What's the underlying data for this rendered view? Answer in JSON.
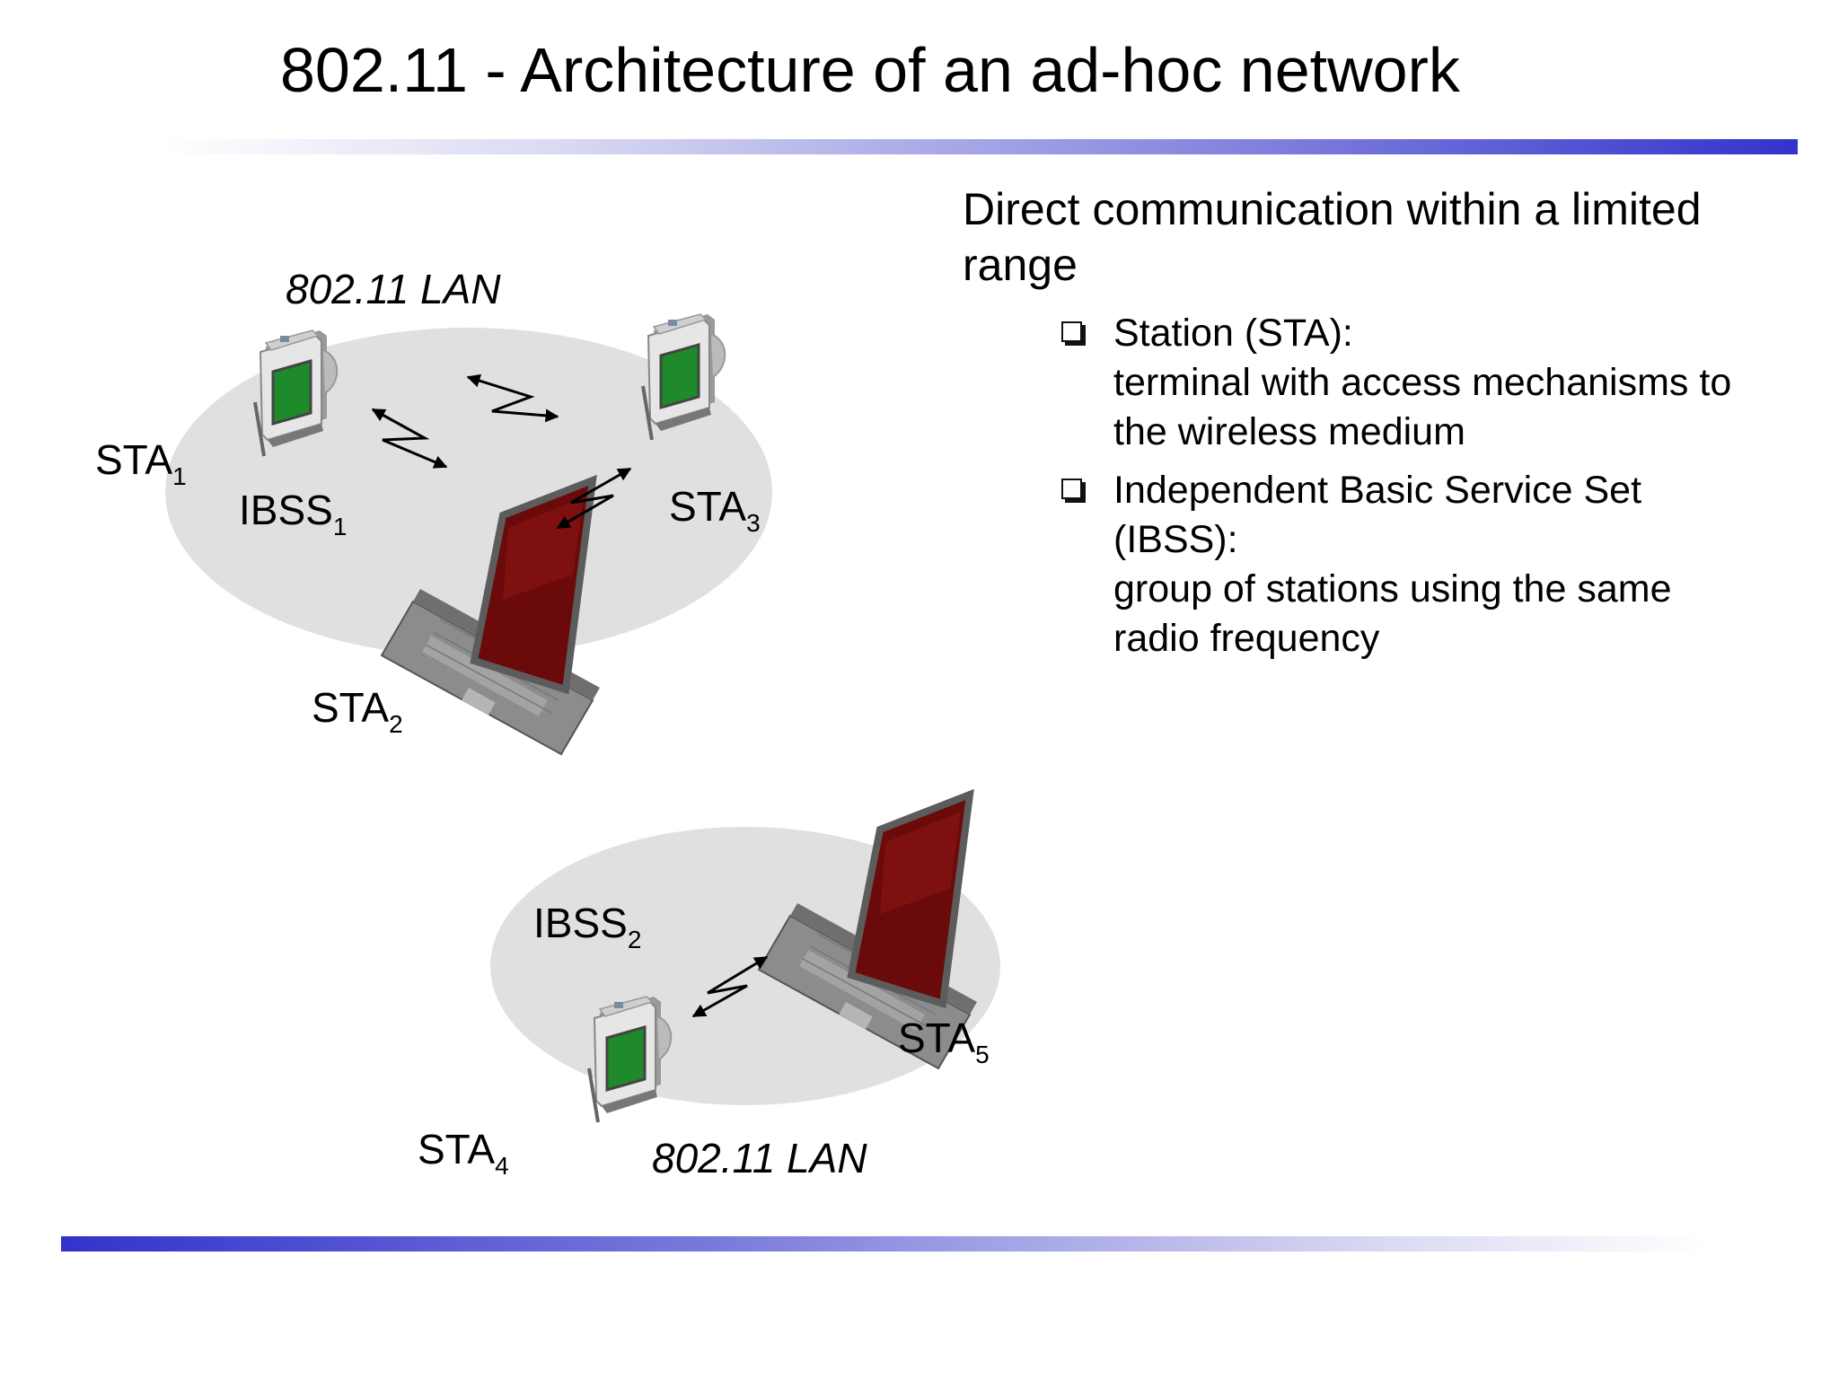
{
  "title": "802.11 - Architecture of an ad-hoc network",
  "text": {
    "main_point": "Direct communication within a limited range",
    "bullets": [
      {
        "lines": [
          "Station (STA):",
          "terminal with access mechanisms to",
          "the wireless medium"
        ]
      },
      {
        "lines": [
          "Independent Basic Service Set",
          "(IBSS):",
          "group of stations using the same",
          "radio frequency"
        ]
      }
    ]
  },
  "diagram": {
    "lan_label_top": "802.11 LAN",
    "lan_label_bottom": "802.11 LAN",
    "ibss1": {
      "name": "IBSS",
      "sub": "1"
    },
    "ibss2": {
      "name": "IBSS",
      "sub": "2"
    },
    "sta1": {
      "name": "STA",
      "sub": "1"
    },
    "sta2": {
      "name": "STA",
      "sub": "2"
    },
    "sta3": {
      "name": "STA",
      "sub": "3"
    },
    "sta4": {
      "name": "STA",
      "sub": "4"
    },
    "sta5": {
      "name": "STA",
      "sub": "5"
    }
  },
  "colors": {
    "accent_bar": "#3333cc",
    "cell_fill": "#e0e0e0",
    "pda_screen": "#1e8a2a",
    "laptop_screen": "#6b0a0a"
  }
}
